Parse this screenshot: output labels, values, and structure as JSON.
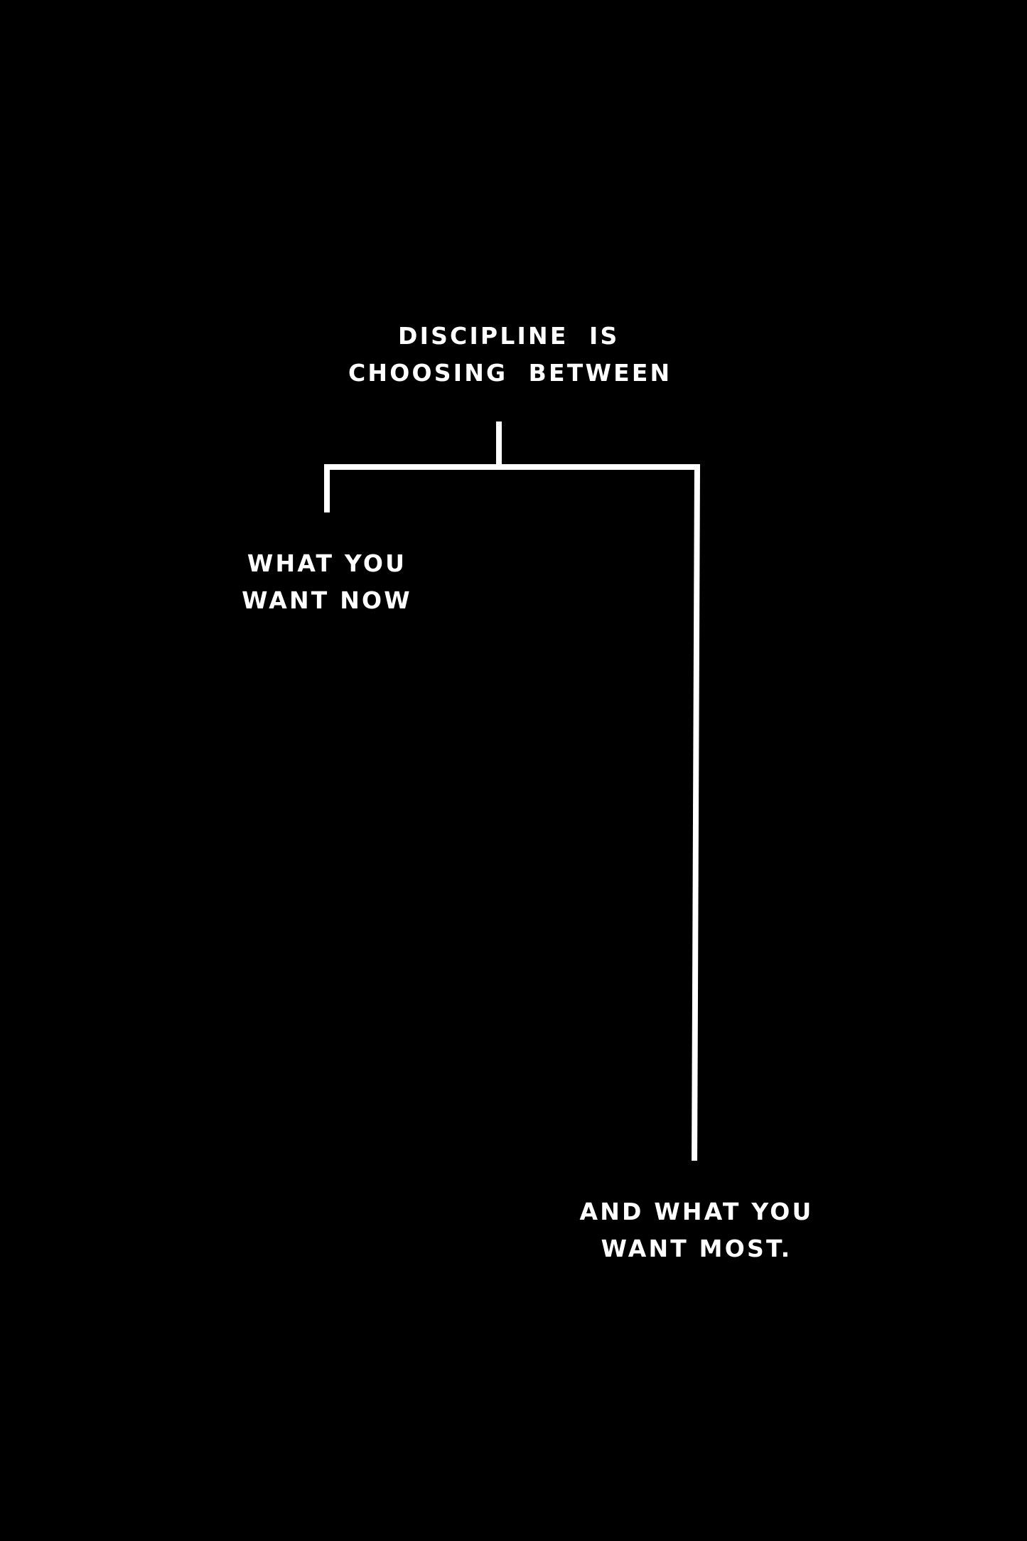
{
  "heading": {
    "line1": "DISCIPLINE  IS",
    "line2": "CHOOSING  BETWEEN"
  },
  "left_branch": {
    "line1": "WHAT YOU",
    "line2": "WANT NOW"
  },
  "right_branch": {
    "line1": "AND WHAT YOU",
    "line2": "WANT MOST."
  },
  "colors": {
    "background": "#000000",
    "foreground": "#ffffff"
  }
}
